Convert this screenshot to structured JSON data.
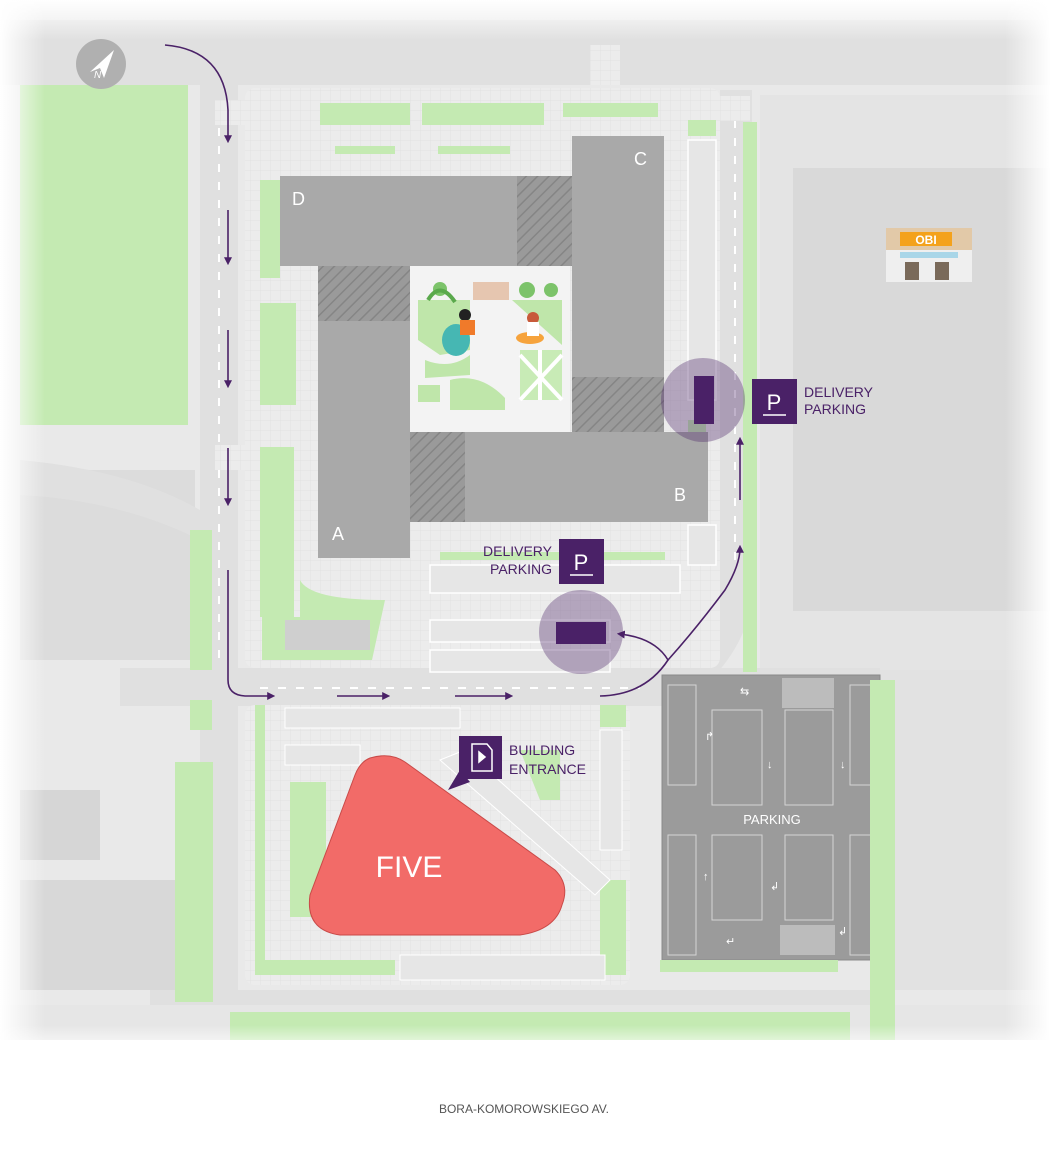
{
  "buildings": {
    "a": "A",
    "b": "B",
    "c": "C",
    "d": "D",
    "five": "FIVE"
  },
  "delivery_parking_east": {
    "line1": "DELIVERY",
    "line2": "PARKING",
    "symbol": "P"
  },
  "delivery_parking_south": {
    "line1": "DELIVERY",
    "line2": "PARKING",
    "symbol": "P"
  },
  "building_entrance": {
    "line1": "BUILDING",
    "line2": "ENTRANCE",
    "icon": "door-icon"
  },
  "parking_lot": {
    "label": "PARKING"
  },
  "store": {
    "brand": "OBI"
  },
  "street": {
    "name": "BORA-KOMOROWSKIEGO AV."
  },
  "compass": {
    "label": "N",
    "icon": "north-arrow-icon"
  },
  "colors": {
    "accent_purple": "#4a2167",
    "five_building": "#f26b68",
    "grass": "#c4eab2",
    "building_gray": "#a9a9a9",
    "road": "#e0e0e0"
  }
}
